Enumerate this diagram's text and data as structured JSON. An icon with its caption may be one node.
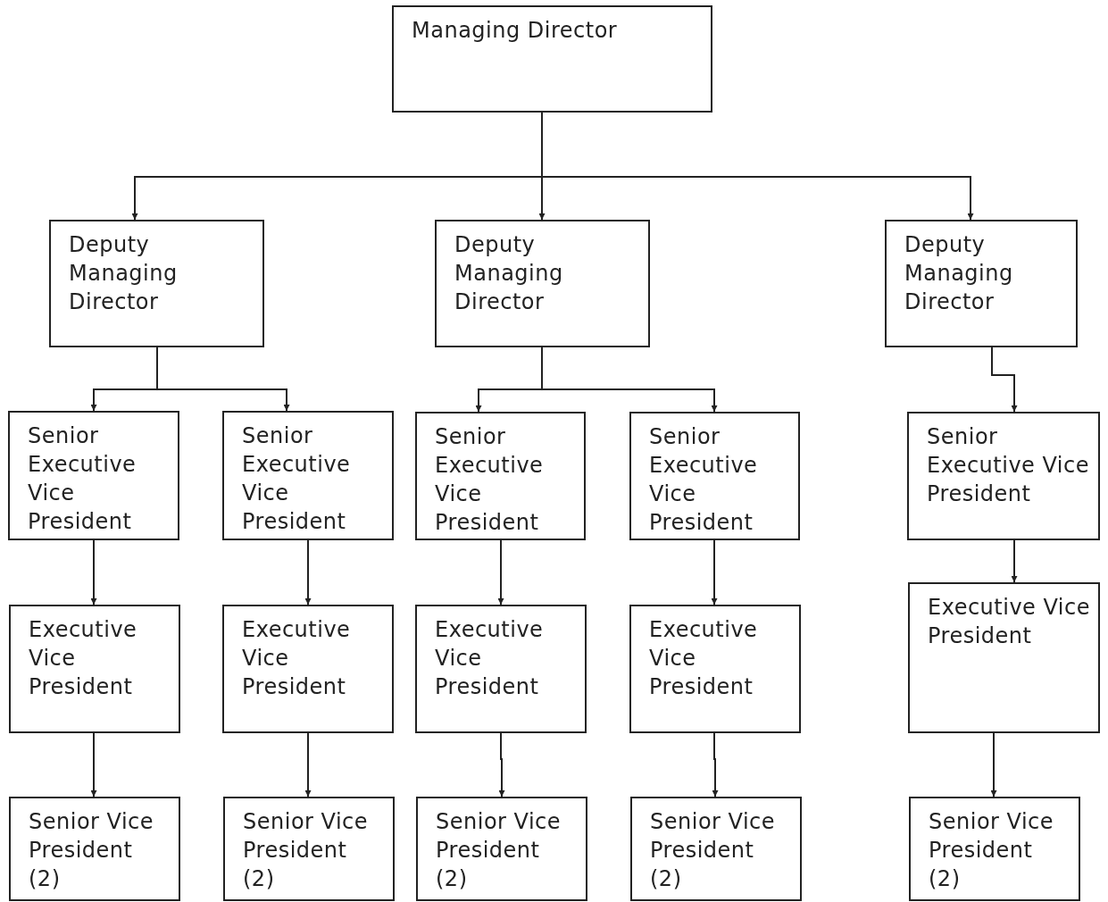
{
  "diagram": {
    "nodes": [
      {
        "text": [
          "Managing Director"
        ]
      },
      {
        "text": [
          "Deputy Managing Director"
        ]
      },
      {
        "text": [
          "Deputy Managing Director"
        ]
      },
      {
        "text": [
          "Deputy Managing Director"
        ]
      },
      {
        "text": [
          "Senior Executive Vice President"
        ]
      },
      {
        "text": [
          "Senior Executive Vice President"
        ]
      },
      {
        "text": [
          "Senior Executive Vice President"
        ]
      },
      {
        "text": [
          "Senior Executive Vice President"
        ]
      },
      {
        "text": [
          "Senior Executive Vice President"
        ]
      },
      {
        "text": [
          "Executive Vice President"
        ]
      },
      {
        "text": [
          "Executive Vice President"
        ]
      },
      {
        "text": [
          "Executive Vice President"
        ]
      },
      {
        "text": [
          "Executive Vice President"
        ]
      },
      {
        "text": [
          "Executive Vice President"
        ]
      },
      {
        "text": [
          "Senior Vice President (2)"
        ]
      },
      {
        "text": [
          "Senior Vice President (2)"
        ]
      },
      {
        "text": [
          "Senior Vice President (2)"
        ]
      },
      {
        "text": [
          "Senior Vice President (2)"
        ]
      },
      {
        "text": [
          "Senior Vice President (2)"
        ]
      }
    ],
    "edges": [
      {
        "from": 0,
        "to": 1,
        "arrow": "to"
      },
      {
        "from": 0,
        "to": 2,
        "arrow": "to"
      },
      {
        "from": 0,
        "to": 3,
        "arrow": "to"
      },
      {
        "from": 1,
        "to": 4,
        "arrow": "to"
      },
      {
        "from": 1,
        "to": 5,
        "arrow": "to"
      },
      {
        "from": 2,
        "to": 6,
        "arrow": "to"
      },
      {
        "from": 2,
        "to": 7,
        "arrow": "to"
      },
      {
        "from": 3,
        "to": 8,
        "arrow": "to"
      },
      {
        "from": 4,
        "to": 9,
        "arrow": "to"
      },
      {
        "from": 5,
        "to": 10,
        "arrow": "to"
      },
      {
        "from": 6,
        "to": 11,
        "arrow": "to"
      },
      {
        "from": 7,
        "to": 12,
        "arrow": "to"
      },
      {
        "from": 8,
        "to": 13,
        "arrow": "to"
      },
      {
        "from": 9,
        "to": 14,
        "arrow": "to"
      },
      {
        "from": 10,
        "to": 15,
        "arrow": "to"
      },
      {
        "from": 11,
        "to": 16,
        "arrow": "to"
      },
      {
        "from": 12,
        "to": 17,
        "arrow": "to"
      },
      {
        "from": 13,
        "to": 18,
        "arrow": "to"
      }
    ]
  }
}
